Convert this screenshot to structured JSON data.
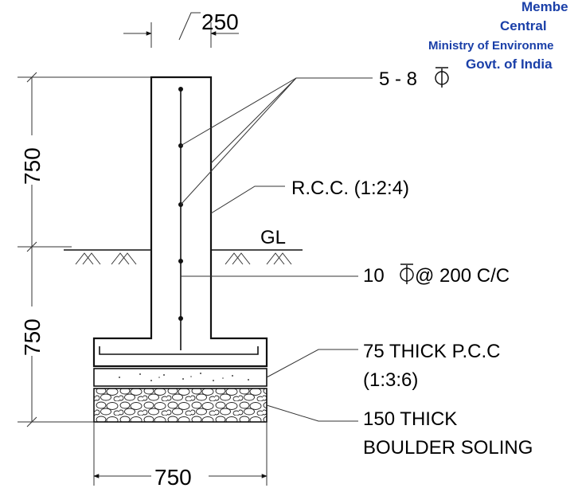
{
  "stamp": {
    "line1": "Membe",
    "line2": "Central",
    "line3": "Ministry of Environme",
    "line4": "Govt. of India"
  },
  "dimensions": {
    "stem_width": "250",
    "upper_height": "750",
    "lower_height": "750",
    "base_width": "750"
  },
  "labels": {
    "main_bars": "5 - 8",
    "concrete": "R.C.C. (1:2:4)",
    "ground_level": "GL",
    "distribution_bars": "10",
    "distribution_spacing": " @ 200 C/C",
    "pcc_line1": "75 THICK P.C.C",
    "pcc_line2": "(1:3:6)",
    "soling_line1": "150 THICK",
    "soling_line2": "BOULDER SOLING"
  },
  "colors": {
    "stamp": "#1a3fa8",
    "lines": "#111111"
  }
}
